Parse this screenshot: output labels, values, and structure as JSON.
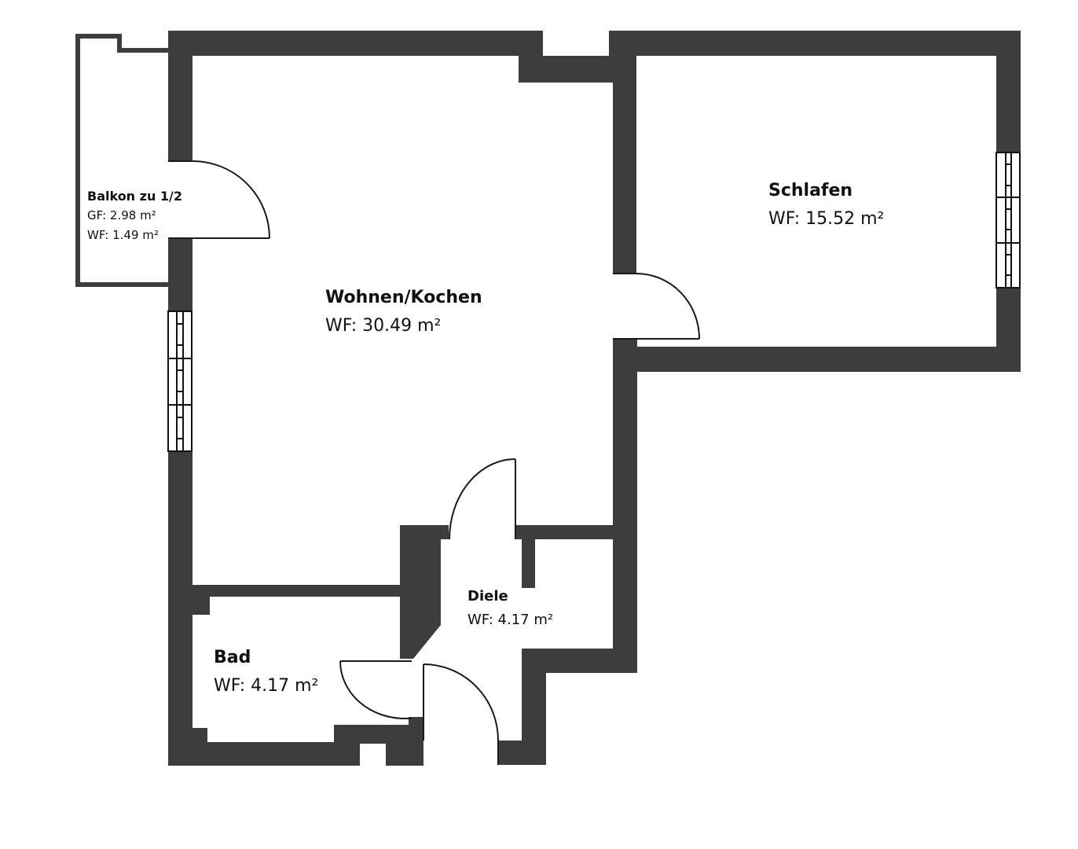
{
  "floorplan": {
    "wall_color": "#3d3d3d",
    "background": "#ffffff",
    "rooms": [
      {
        "id": "wohnen-kochen",
        "name": "Wohnen/Kochen",
        "area": "WF: 30.49 m²"
      },
      {
        "id": "schlafen",
        "name": "Schlafen",
        "area": "WF: 15.52 m²"
      },
      {
        "id": "bad",
        "name": "Bad",
        "area": "WF: 4.17 m²"
      },
      {
        "id": "diele",
        "name": "Diele",
        "area": "WF: 4.17 m²"
      },
      {
        "id": "balkon",
        "name": "Balkon zu 1/2",
        "gross_area": "GF: 2.98 m²",
        "area": "WF: 1.49 m²"
      }
    ],
    "doors": [
      {
        "id": "door-balkon",
        "between": [
          "Balkon zu 1/2",
          "Wohnen/Kochen"
        ]
      },
      {
        "id": "door-schlafen",
        "between": [
          "Wohnen/Kochen",
          "Schlafen"
        ]
      },
      {
        "id": "door-diele-wohnen",
        "between": [
          "Diele",
          "Wohnen/Kochen"
        ]
      },
      {
        "id": "door-bad",
        "between": [
          "Bad",
          "Diele"
        ]
      },
      {
        "id": "door-entrance",
        "between": [
          "Diele",
          "outside"
        ]
      }
    ],
    "windows": [
      {
        "id": "window-wohnen-west",
        "room": "Wohnen/Kochen",
        "panes": 3
      },
      {
        "id": "window-schlafen-east",
        "room": "Schlafen",
        "panes": 3
      }
    ]
  }
}
